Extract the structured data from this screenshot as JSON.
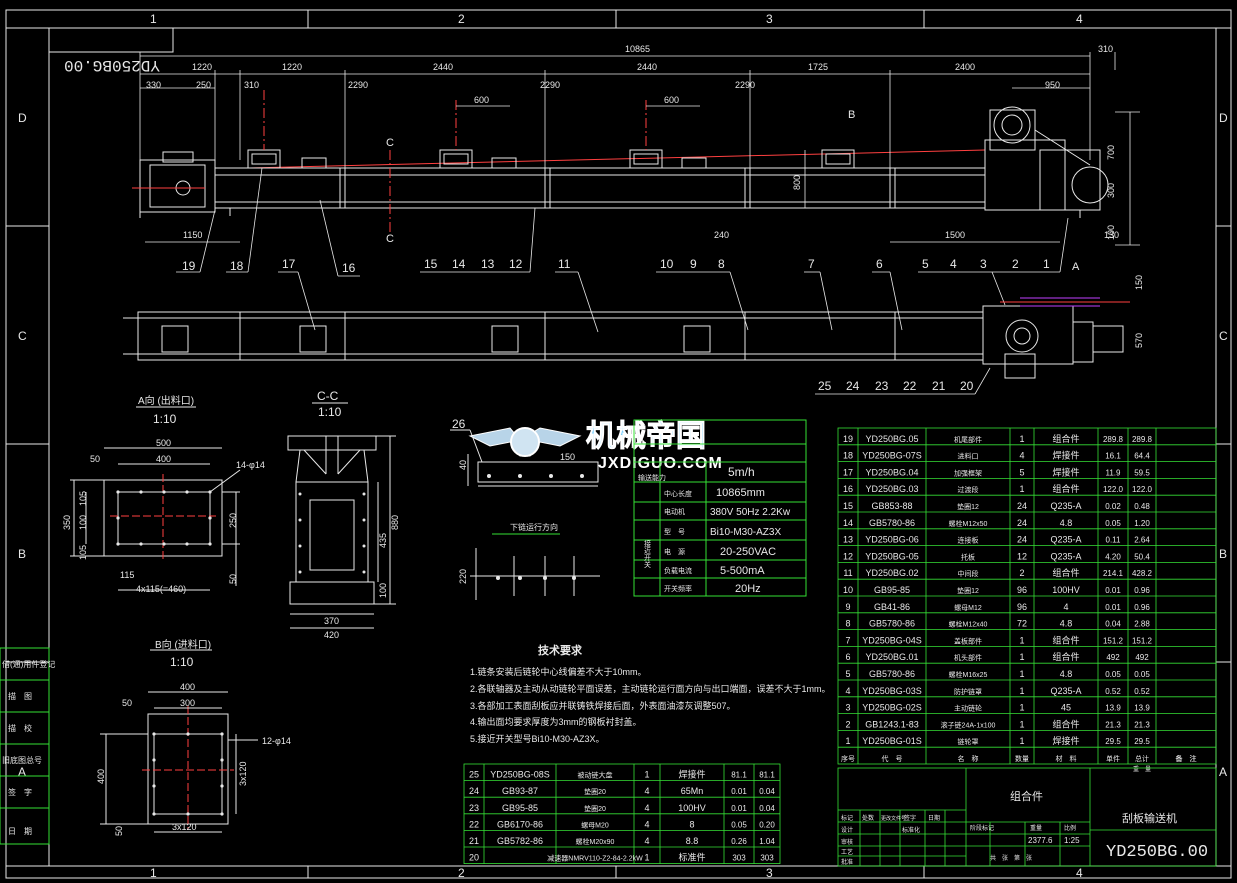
{
  "drawing": {
    "number_mirrored": "YD250BG.00",
    "title_cn": "刮板输送机",
    "assembly_cn": "组合件",
    "number": "YD250BG.00",
    "weight": "2377.6",
    "scale": "1:25"
  },
  "border": {
    "columns": [
      "1",
      "2",
      "3",
      "4"
    ],
    "rows": [
      "D",
      "C",
      "B",
      "A"
    ]
  },
  "dims": {
    "total": "10865",
    "top": [
      "1220",
      "310",
      "1220",
      "2290",
      "2440",
      "2290",
      "2440",
      "2290",
      "1725",
      "2400",
      "310"
    ],
    "top2": [
      "330",
      "250",
      "600",
      "600",
      "950"
    ],
    "low": [
      "1150",
      "240",
      "1500",
      "130"
    ],
    "right": [
      "700",
      "300",
      "100",
      "150",
      "570"
    ],
    "height": "800"
  },
  "labels": {
    "section_c": "C",
    "section_b": "B",
    "section_a": "A"
  },
  "callouts_top": [
    "19",
    "18",
    "17",
    "16",
    "15",
    "14",
    "13",
    "12",
    "11",
    "10",
    "9",
    "8",
    "7",
    "6",
    "5",
    "4",
    "3",
    "2",
    "1"
  ],
  "callouts_bottom": [
    "25",
    "24",
    "23",
    "22",
    "21",
    "20"
  ],
  "view_a": {
    "title": "A向 (出料口)",
    "scale": "1:10",
    "dims": [
      "500",
      "400",
      "50",
      "14-φ14",
      "350",
      "105",
      "100",
      "105",
      "250",
      "50",
      "115",
      "4x115(=460)"
    ]
  },
  "view_b": {
    "title": "B向 (进料口)",
    "scale": "1:10",
    "dims": [
      "400",
      "300",
      "50",
      "12-φ14",
      "400",
      "3x120",
      "3x120",
      "50"
    ]
  },
  "view_cc": {
    "title": "C-C",
    "scale": "1:10",
    "dims": [
      "880",
      "435",
      "100",
      "370",
      "420"
    ]
  },
  "detail": {
    "number": "26",
    "dims": [
      "40",
      "150",
      "220"
    ],
    "direction": "下链运行方向"
  },
  "watermark": {
    "cn": "机械帝国",
    "en": "JXDIGUO.COM"
  },
  "spec_table": {
    "rows": [
      {
        "k1": "",
        "k2": "",
        "v": "5m/h"
      },
      {
        "k1": "",
        "k2": "中心长度",
        "v": "10865mm"
      },
      {
        "k1": "",
        "k2": "电动机",
        "v": "380V 50Hz 2.2Kw"
      },
      {
        "k1": "",
        "k2": "型　号",
        "v": "Bi10-M30-AZ3X"
      },
      {
        "k1": "",
        "k2": "电　源",
        "v": "20-250VAC"
      },
      {
        "k1": "",
        "k2": "负载电流",
        "v": "5-500mA"
      },
      {
        "k1": "",
        "k2": "开关频率",
        "v": "20Hz"
      }
    ],
    "side": [
      "输送能力",
      "接近开关"
    ]
  },
  "tech_req": {
    "title": "技术要求",
    "items": [
      "1.链条安装后链轮中心线偏差不大于10mm。",
      "2.各联轴器及主动从动链轮平面误差，主动链轮运行面方向与出口端面，误差不大于1mm。",
      "3.各部加工表面刮板应并联铸铁焊接后面，外表面油漆灰调整507。",
      "4.输出面均要求厚度为3mm的钢板衬封盖。",
      "5.接近开关型号Bi10-M30-AZ3X。"
    ]
  },
  "bom_right": {
    "rows": [
      {
        "no": "19",
        "code": "YD250BG.05",
        "name": "机尾部件",
        "qty": "1",
        "mat": "组合件",
        "w1": "289.8",
        "w2": "289.8"
      },
      {
        "no": "18",
        "code": "YD250BG-07S",
        "name": "进料口",
        "qty": "4",
        "mat": "焊接件",
        "w1": "16.1",
        "w2": "64.4"
      },
      {
        "no": "17",
        "code": "YD250BG.04",
        "name": "加强框架",
        "qty": "5",
        "mat": "焊接件",
        "w1": "11.9",
        "w2": "59.5"
      },
      {
        "no": "16",
        "code": "YD250BG.03",
        "name": "过渡段",
        "qty": "1",
        "mat": "组合件",
        "w1": "122.0",
        "w2": "122.0"
      },
      {
        "no": "15",
        "code": "GB853-88",
        "name": "垫圈12",
        "qty": "24",
        "mat": "Q235-A",
        "w1": "0.02",
        "w2": "0.48"
      },
      {
        "no": "14",
        "code": "GB5780-86",
        "name": "螺栓M12x50",
        "qty": "24",
        "mat": "4.8",
        "w1": "0.05",
        "w2": "1.20"
      },
      {
        "no": "13",
        "code": "YD250BG-06",
        "name": "连接板",
        "qty": "24",
        "mat": "Q235-A",
        "w1": "0.11",
        "w2": "2.64"
      },
      {
        "no": "12",
        "code": "YD250BG-05",
        "name": "托板",
        "qty": "12",
        "mat": "Q235-A",
        "w1": "4.20",
        "w2": "50.4"
      },
      {
        "no": "11",
        "code": "YD250BG.02",
        "name": "中间段",
        "qty": "2",
        "mat": "组合件",
        "w1": "214.1",
        "w2": "428.2"
      },
      {
        "no": "10",
        "code": "GB95-85",
        "name": "垫圈12",
        "qty": "96",
        "mat": "100HV",
        "w1": "0.01",
        "w2": "0.96"
      },
      {
        "no": "9",
        "code": "GB41-86",
        "name": "螺母M12",
        "qty": "96",
        "mat": "4",
        "w1": "0.01",
        "w2": "0.96"
      },
      {
        "no": "8",
        "code": "GB5780-86",
        "name": "螺栓M12x40",
        "qty": "72",
        "mat": "4.8",
        "w1": "0.04",
        "w2": "2.88"
      },
      {
        "no": "7",
        "code": "YD250BG-04S",
        "name": "盖板部件",
        "qty": "1",
        "mat": "组合件",
        "w1": "151.2",
        "w2": "151.2"
      },
      {
        "no": "6",
        "code": "YD250BG.01",
        "name": "机头部件",
        "qty": "1",
        "mat": "组合件",
        "w1": "492",
        "w2": "492"
      },
      {
        "no": "5",
        "code": "GB5780-86",
        "name": "螺栓M16x25",
        "qty": "1",
        "mat": "4.8",
        "w1": "0.05",
        "w2": "0.05"
      },
      {
        "no": "4",
        "code": "YD250BG-03S",
        "name": "防护链罩",
        "qty": "1",
        "mat": "Q235-A",
        "w1": "0.52",
        "w2": "0.52"
      },
      {
        "no": "3",
        "code": "YD250BG-02S",
        "name": "主动链轮",
        "qty": "1",
        "mat": "45",
        "w1": "13.9",
        "w2": "13.9"
      },
      {
        "no": "2",
        "code": "GB1243.1-83",
        "name": "滚子链24A-1x100",
        "qty": "1",
        "mat": "组合件",
        "w1": "21.3",
        "w2": "21.3"
      },
      {
        "no": "1",
        "code": "YD250BG-01S",
        "name": "链轮罩",
        "qty": "1",
        "mat": "焊接件",
        "w1": "29.5",
        "w2": "29.5"
      }
    ],
    "header": [
      "序号",
      "代　号",
      "名　称",
      "数量",
      "材　料",
      "单件",
      "总计",
      "备　注"
    ],
    "weight_head": "重　量"
  },
  "bom_left": {
    "rows": [
      {
        "no": "25",
        "code": "YD250BG-08S",
        "name": "被动链大盘",
        "qty": "1",
        "mat": "焊接件",
        "w1": "81.1",
        "w2": "81.1"
      },
      {
        "no": "24",
        "code": "GB93-87",
        "name": "垫圈20",
        "qty": "4",
        "mat": "65Mn",
        "w1": "0.01",
        "w2": "0.04"
      },
      {
        "no": "23",
        "code": "GB95-85",
        "name": "垫圈20",
        "qty": "4",
        "mat": "100HV",
        "w1": "0.01",
        "w2": "0.04"
      },
      {
        "no": "22",
        "code": "GB6170-86",
        "name": "螺母M20",
        "qty": "4",
        "mat": "8",
        "w1": "0.05",
        "w2": "0.20"
      },
      {
        "no": "21",
        "code": "GB5782-86",
        "name": "螺栓M20x90",
        "qty": "4",
        "mat": "8.8",
        "w1": "0.26",
        "w2": "1.04"
      },
      {
        "no": "20",
        "code": "",
        "name": "减速器NMRV110-Z2-84-2.2kW",
        "qty": "1",
        "mat": "标准件",
        "w1": "303",
        "w2": "303"
      }
    ]
  },
  "title_block": {
    "left_cells": [
      "标记",
      "处数",
      "更改文件号",
      "签字",
      "日期",
      "设计",
      "标准化",
      "审核",
      "工艺",
      "批准"
    ],
    "mid_cells": [
      "阶段标记",
      "重量",
      "比例"
    ],
    "sheet": "共　张　第　张"
  },
  "left_strip": [
    "借(通)用件登记",
    "描　图",
    "描　校",
    "旧底图总号",
    "签　字",
    "日　期"
  ]
}
